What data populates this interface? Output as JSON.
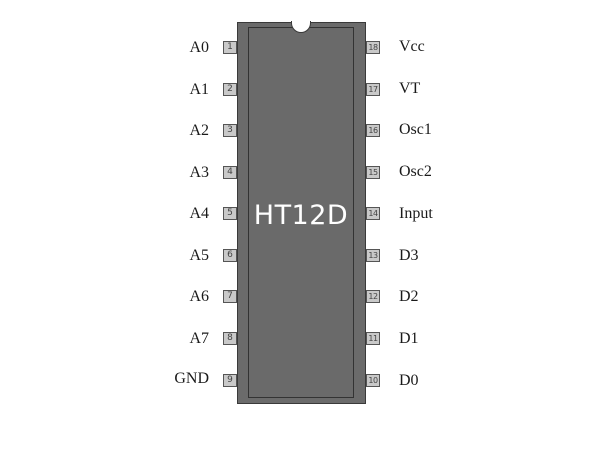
{
  "chip": {
    "name": "HT12D",
    "body_color": "#6b6b6b",
    "pin_color": "#c9c9c9",
    "label_color": "#ffffff"
  },
  "left_pins": [
    {
      "number": "1",
      "label": "A0"
    },
    {
      "number": "2",
      "label": "A1"
    },
    {
      "number": "3",
      "label": "A2"
    },
    {
      "number": "4",
      "label": "A3"
    },
    {
      "number": "5",
      "label": "A4"
    },
    {
      "number": "6",
      "label": "A5"
    },
    {
      "number": "7",
      "label": "A6"
    },
    {
      "number": "8",
      "label": "A7"
    },
    {
      "number": "9",
      "label": "GND"
    }
  ],
  "right_pins": [
    {
      "number": "18",
      "label": "Vcc"
    },
    {
      "number": "17",
      "label": "VT"
    },
    {
      "number": "16",
      "label": "Osc1"
    },
    {
      "number": "15",
      "label": "Osc2"
    },
    {
      "number": "14",
      "label": "Input"
    },
    {
      "number": "13",
      "label": "D3"
    },
    {
      "number": "12",
      "label": "D2"
    },
    {
      "number": "11",
      "label": "D1"
    },
    {
      "number": "10",
      "label": "D0"
    }
  ]
}
